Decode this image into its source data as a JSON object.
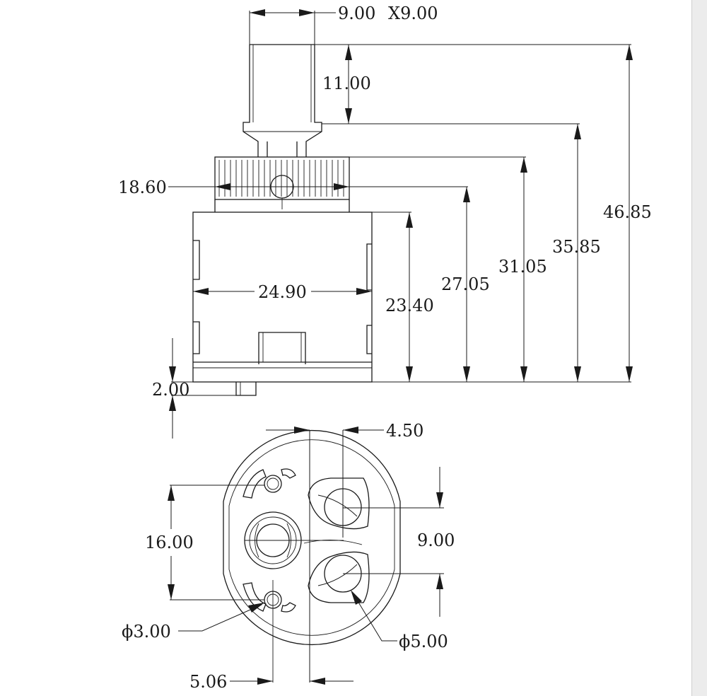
{
  "drawing": {
    "side_view": {
      "stem_width": "9.00",
      "stem_size": "X9.00",
      "stem_height": "11.00",
      "spline_diameter": "18.60",
      "body_diameter": "24.90",
      "body_height": "23.40",
      "height_to_spline_center": "27.05",
      "height_to_spline_top": "31.05",
      "height_to_stem_base": "35.85",
      "overall_height": "46.85",
      "pin_height": "2.00"
    },
    "bottom_view": {
      "port_offset": "4.50",
      "pin_spacing": "16.00",
      "port_spacing": "9.00",
      "pin_diameter": "ϕ3.00",
      "port_diameter": "ϕ5.00",
      "pin_offset": "5.06"
    }
  }
}
